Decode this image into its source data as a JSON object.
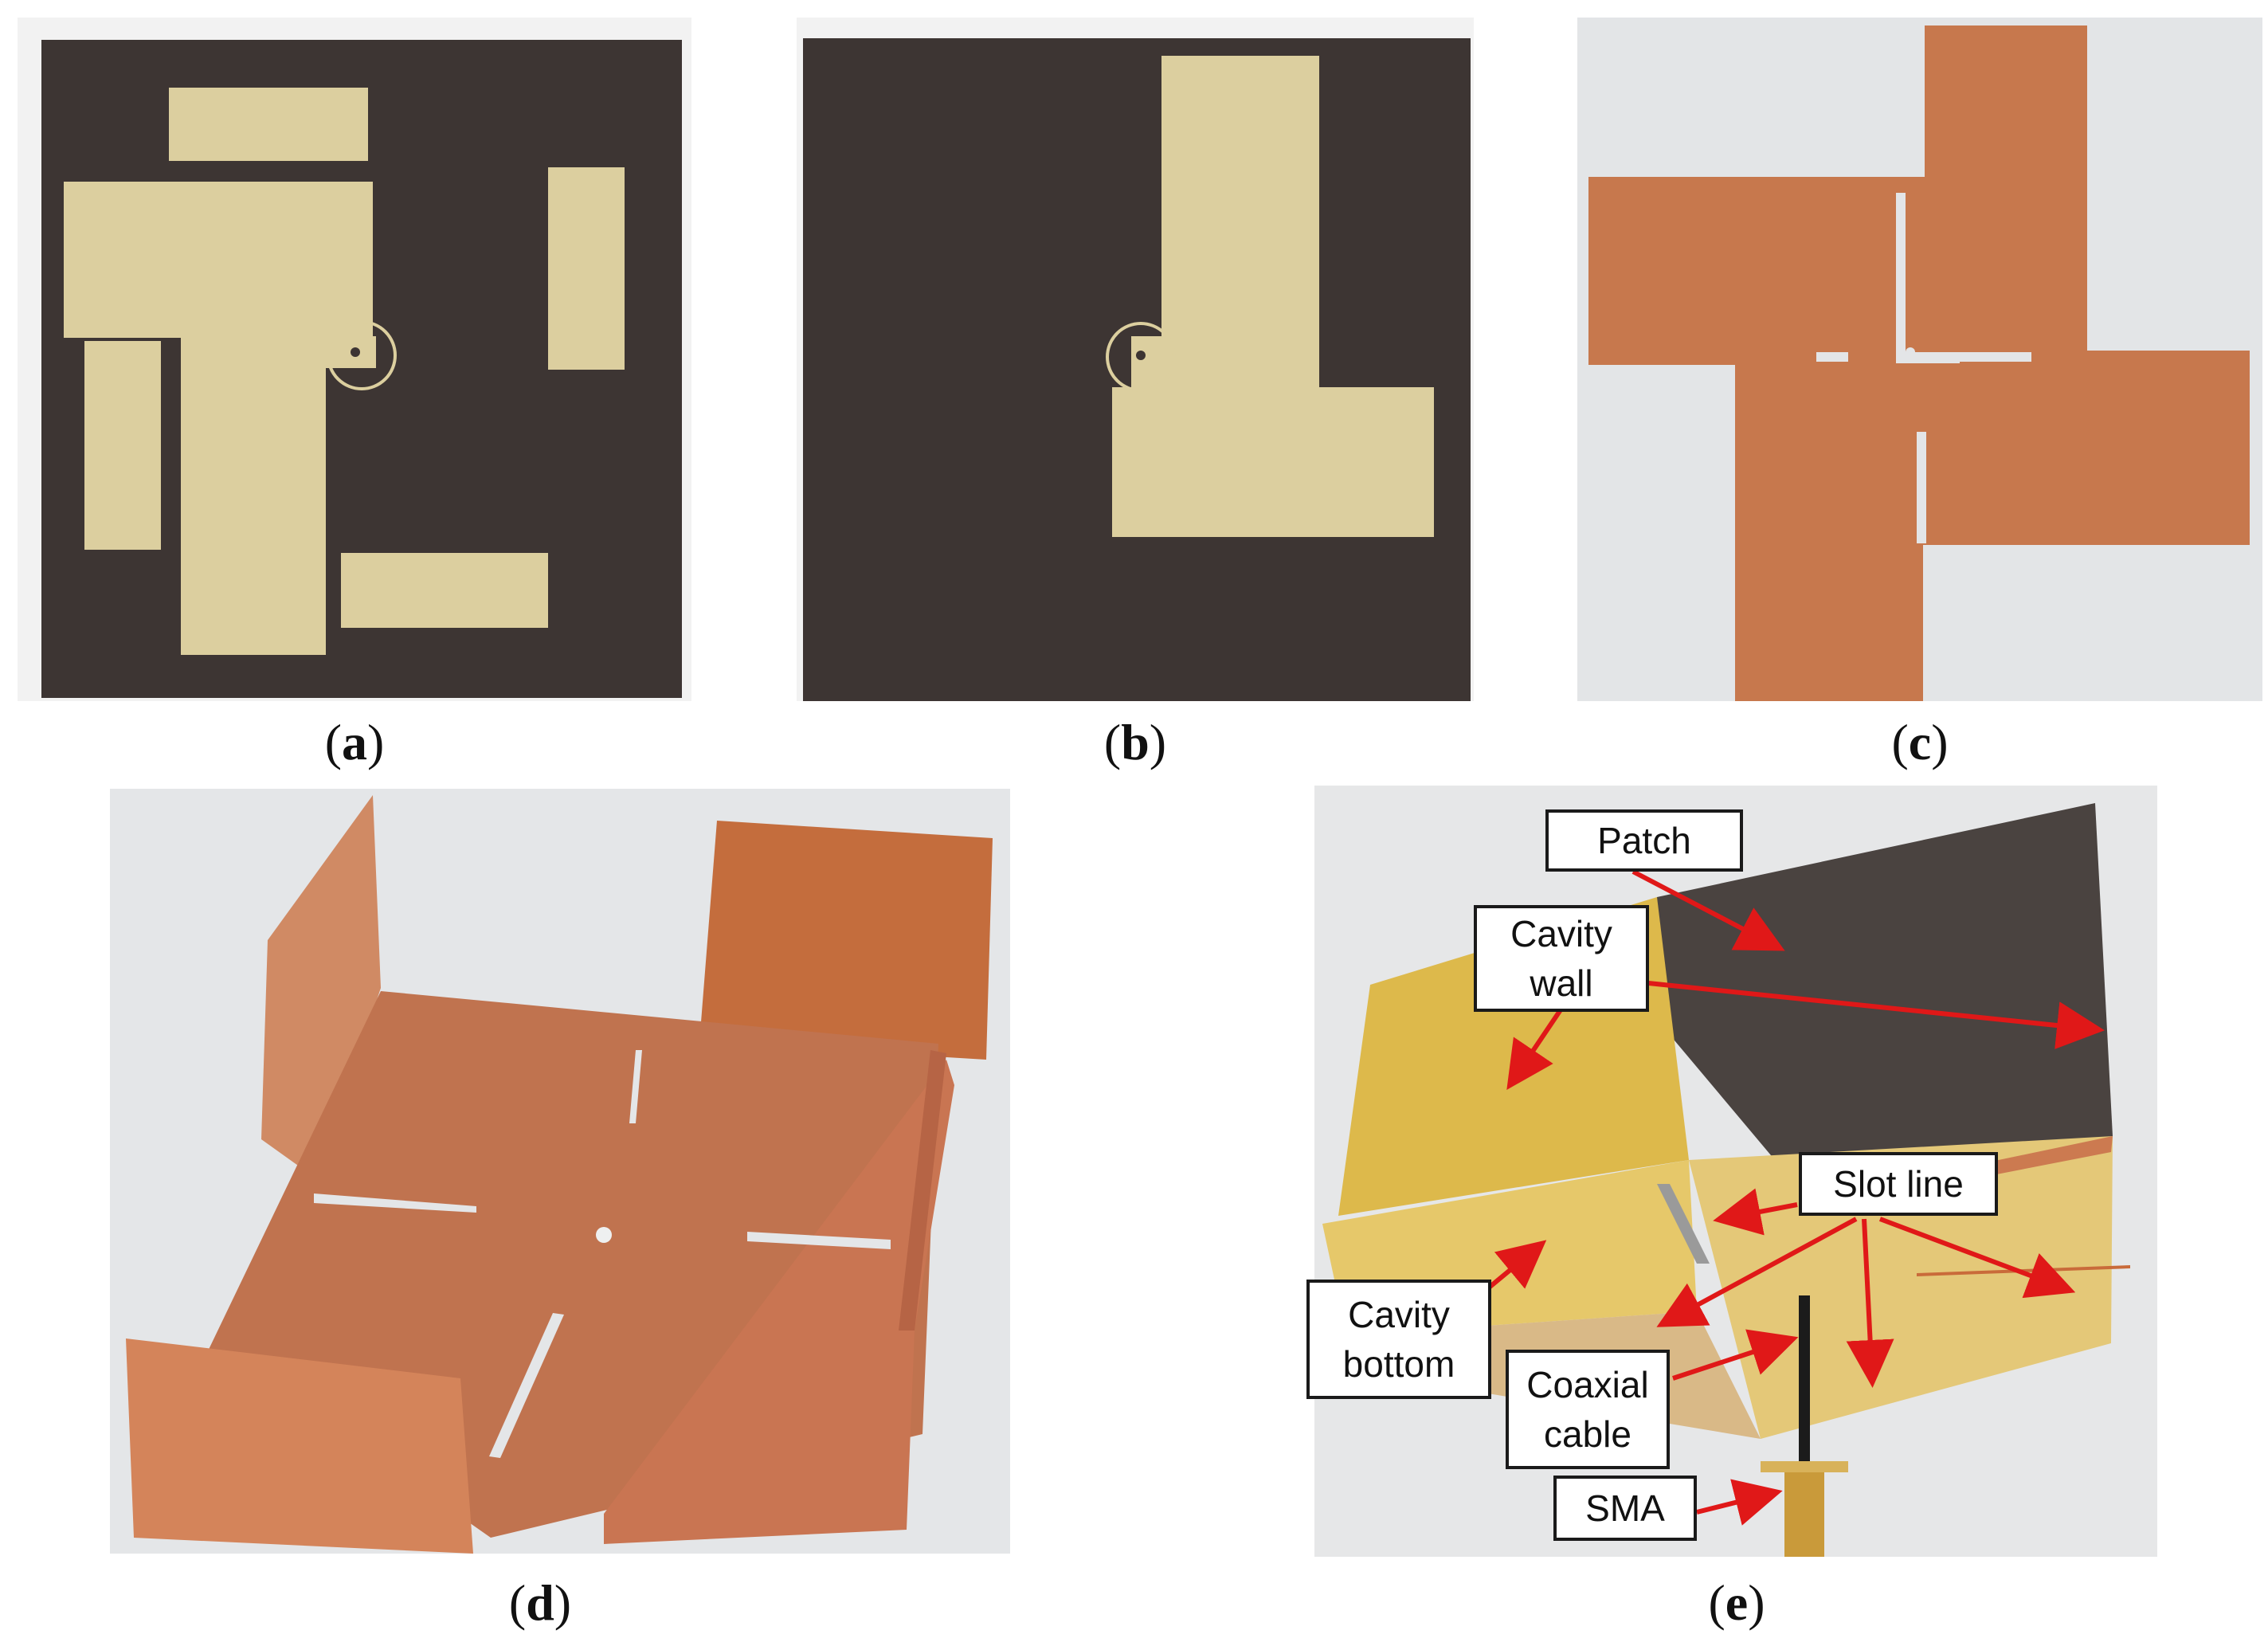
{
  "figure": {
    "captions": {
      "a": {
        "open": "(",
        "letter": "a",
        "close": ")"
      },
      "b": {
        "open": "(",
        "letter": "b",
        "close": ")"
      },
      "c": {
        "open": "(",
        "letter": "c",
        "close": ")"
      },
      "d": {
        "open": "(",
        "letter": "d",
        "close": ")"
      },
      "e": {
        "open": "(",
        "letter": "e",
        "close": ")"
      }
    },
    "panel_e_labels": {
      "patch": "Patch",
      "cavity_wall": "Cavity wall",
      "slot_line": "Slot line",
      "cavity_bottom": "Cavity bottom",
      "coaxial_cable": "Coaxial cable",
      "sma": "SMA"
    },
    "colors": {
      "pcb_dark": "#3d3533",
      "gold": "#dccf9f",
      "copper": "#c7784d",
      "photo_bg": "#e3e5e7",
      "arrow": "#e01818"
    }
  }
}
